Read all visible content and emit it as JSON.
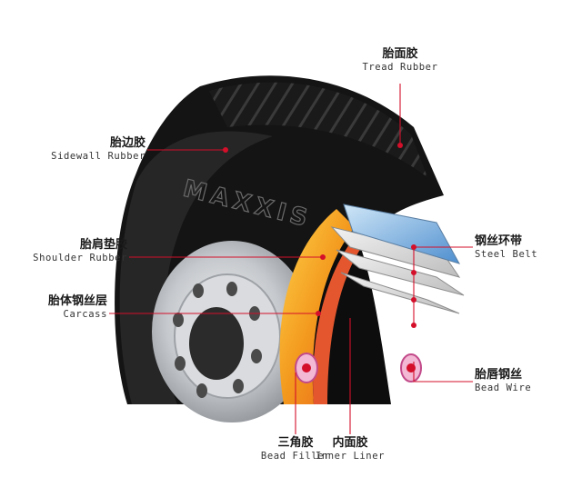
{
  "brand": "MAXXIS",
  "colors": {
    "leader": "#d40f2a",
    "tread": "#151515",
    "rim": "#c9ccd0",
    "filler": "#f4a72a",
    "belt": "#6fa8d6"
  },
  "labels": {
    "tread": {
      "cn": "胎面胶",
      "en": "Tread Rubber"
    },
    "sidewall": {
      "cn": "胎边胶",
      "en": "Sidewall Rubber"
    },
    "shoulder": {
      "cn": "胎肩垫胶",
      "en": "Shoulder Rubber"
    },
    "carcass": {
      "cn": "胎体钢丝层",
      "en": "Carcass"
    },
    "steel_belt": {
      "cn": "钢丝环带",
      "en": "Steel Belt"
    },
    "bead_wire": {
      "cn": "胎唇钢丝",
      "en": "Bead Wire"
    },
    "bead_filler": {
      "cn": "三角胶",
      "en": "Bead Filler"
    },
    "inner_liner": {
      "cn": "内面胶",
      "en": "Inner Liner"
    }
  }
}
